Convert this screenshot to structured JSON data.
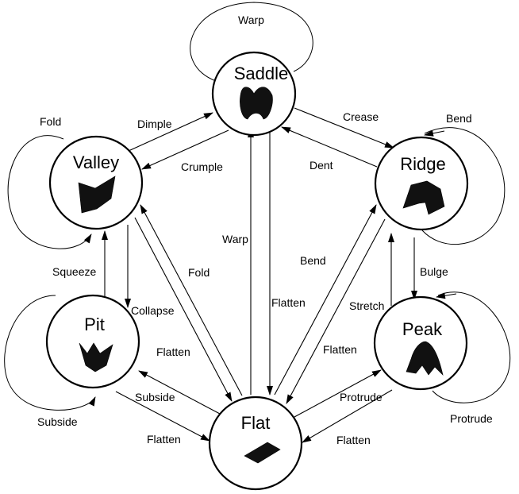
{
  "nodes": {
    "saddle": "Saddle",
    "valley": "Valley",
    "ridge": "Ridge",
    "pit": "Pit",
    "peak": "Peak",
    "flat": "Flat"
  },
  "edges": {
    "warp_loop": "Warp",
    "fold_loop": "Fold",
    "bend_loop": "Bend",
    "subside_loop": "Subside",
    "protrude_loop": "Protrude",
    "dimple": "Dimple",
    "crumple": "Crumple",
    "crease": "Crease",
    "dent": "Dent",
    "squeeze": "Squeeze",
    "collapse": "Collapse",
    "bulge": "Bulge",
    "stretch": "Stretch",
    "warp": "Warp",
    "flatten_saddle": "Flatten",
    "fold": "Fold",
    "flatten_valley": "Flatten",
    "bend": "Bend",
    "flatten_ridge": "Flatten",
    "subside": "Subside",
    "flatten_pit": "Flatten",
    "protrude": "Protrude",
    "flatten_peak": "Flatten"
  }
}
